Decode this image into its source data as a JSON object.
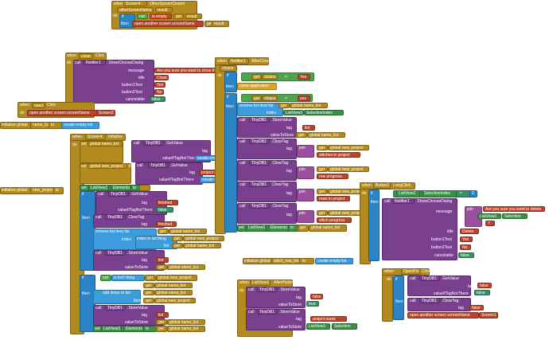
{
  "screen_closed": {
    "when": "when",
    "component": "Screen4",
    "event": "OtherScreenClosed",
    "param": "otherScreenName",
    "param2": "result",
    "do": "do",
    "if": "if",
    "not": "not",
    "is_empty": "is empty",
    "get": "get",
    "result": "result",
    "then": "then",
    "open": "open another screen  screenName",
    "get2": "get",
    "result2": "result"
  },
  "close_click": {
    "when": "when",
    "component": "close",
    "event": "Click",
    "do": "do",
    "call": "call",
    "notifier": "Notifier1",
    "method": ".ShowChooseDialog",
    "message": "message",
    "msg": "Are you sure you want to close th",
    "title": "title",
    "title_val": "Close",
    "b1": "button1Text",
    "b1_val": "Yes",
    "b2": "button2Text",
    "b2_val": "No",
    "cancel": "cancelable",
    "cancel_val": "false"
  },
  "new1_click": {
    "when": "when",
    "component": "new1",
    "event": "Click",
    "do": "do",
    "open": "open another screen  screenName",
    "val": "Screen2"
  },
  "init_name_list": {
    "init": "initialize global",
    "name": "name_list",
    "to": "to",
    "create": "create empty list"
  },
  "init_new_project": {
    "init": "initialize global",
    "name": "new_project",
    "to": "to"
  },
  "screen_init": {
    "when": "when",
    "component": "Screen4",
    "event": "Initialize",
    "do": "do",
    "set1": "set",
    "var1": "global name_list",
    "to1": "to",
    "call": "call",
    "db1": "TinyDB1",
    "getvalue": ".GetValue",
    "tag": "tag",
    "tag1": "list",
    "if_not": "valueIfTagNotThere",
    "create": "create empty list",
    "set2": "set",
    "var2": "global new_project",
    "to2": "to",
    "tag2": "project name",
    "set3": "set",
    "lv": "ListView1",
    "elements": "Elements",
    "to3": "to",
    "if": "if",
    "then": "then",
    "tag3": "finished",
    "false_val": "false",
    "cleartag": ".ClearTag",
    "tag4": "finished",
    "remove": "remove list item  list",
    "get_name_list": "get",
    "name_list": "global name_list",
    "index": "index",
    "index_in": "index in list  thing",
    "get_proj": "get",
    "proj": "global new_project",
    "list": "list",
    "storevalue": ".StoreValue",
    "tag5": "list",
    "vts": "valueToStore",
    "not": "not",
    "islist": "is list? thing",
    "add": "add items to list",
    "item": "item",
    "tag6": "list"
  },
  "notifier_after": {
    "when": "when",
    "component": "Notifier1",
    "event": "AfterChoosing",
    "param": "choice",
    "do": "do",
    "if": "if",
    "get_choice": "get",
    "choice": "choice",
    "eq": "=",
    "yes": "Yes",
    "then": "then",
    "close_app": "close application",
    "yes2": "yes",
    "remove": "remove list item  list",
    "get_name_list": "get",
    "name_list": "global name_list",
    "index": "index",
    "lv": "ListView1",
    "selindex": "SelectionIndex",
    "call": "call",
    "db1": "TinyDB1",
    "storevalue": ".StoreValue",
    "tag": "tag",
    "tag_list": "list",
    "vts": "valueToStore",
    "cleartag": ".ClearTag",
    "join": "join",
    "stitches": "stitches in project",
    "row_progress": "row progress",
    "rows": "rows in project",
    "stitch_progress": "stitch progress",
    "set": "set",
    "elements": "Elements",
    "to": "to"
  },
  "button1_long": {
    "when": "when",
    "component": "Button1",
    "event": "LongClick",
    "do": "do",
    "if": "if",
    "lv": "ListView1",
    "selindex": "SelectionIndex",
    "neq": "≠",
    "zero": "0",
    "then": "then",
    "call": "call",
    "notifier": "Notifier1",
    "method": ".ShowChooseDialog",
    "message": "message",
    "join": "join",
    "msg": "Are you sure you want to delete",
    "selection": "Selection",
    "q": "?",
    "title": "title",
    "title_val": "Delete",
    "b1": "button1Text",
    "b1_val": "Yes",
    "b2": "button2Text",
    "b2_val": "No",
    "cancel": "cancelable",
    "cancel_val": "false"
  },
  "init_stitch": {
    "init": "initialize global",
    "name": "stitch_row_list",
    "to": "to",
    "create": "create empty list"
  },
  "lv_after": {
    "when": "when",
    "component": "ListView1",
    "event": "AfterPicking",
    "do": "do",
    "call": "call",
    "db1": "TinyDB1",
    "storevalue": ".StoreValue",
    "tag": "tag",
    "tag_false": "false",
    "vts": "valueToStore",
    "true_val": "true",
    "tag_proj": "project name",
    "lv": "ListView1",
    "selection": "Selection"
  },
  "openproj_click": {
    "when": "when",
    "component": "OpenProj",
    "event": "Click",
    "do": "do",
    "if": "if",
    "call": "call",
    "db1": "TinyDB1",
    "getvalue": ".GetValue",
    "tag": "tag",
    "tag_false": "false",
    "if_not": "valueIfTagNotThere",
    "false_val": "false",
    "then": "then",
    "cleartag": ".ClearTag",
    "open": "open another screen  screenName",
    "val": "Screen1"
  }
}
